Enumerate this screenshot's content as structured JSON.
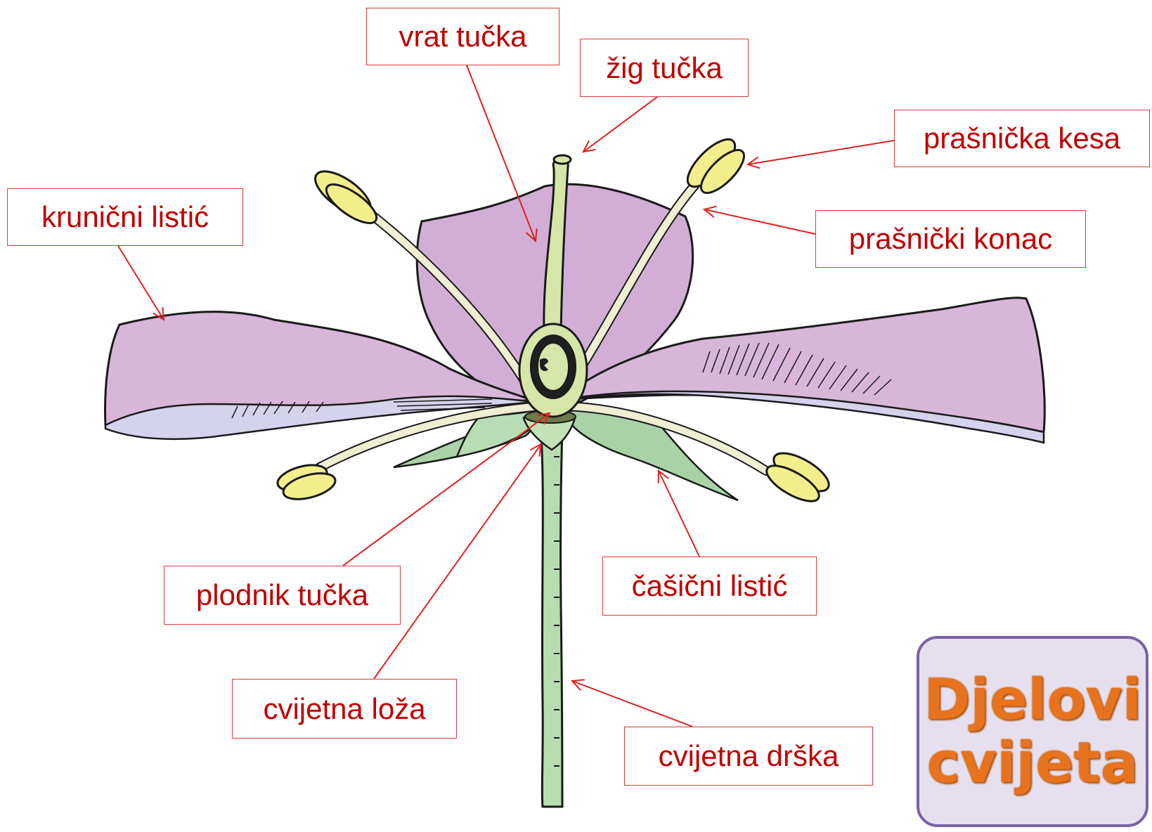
{
  "labels": {
    "vrat_tucka": "vrat tučka",
    "zig_tucka": "žig tučka",
    "prasnicka_kesa": "prašnička kesa",
    "krunicni_listic": "krunični listić",
    "prasnicki_konac": "prašnički konac",
    "plodnik_tucka": "plodnik tučka",
    "casicni_listic": "čašični listić",
    "cvijetna_loza": "cvijetna loža",
    "cvijetna_drska": "cvijetna drška"
  },
  "title": {
    "line1": "Djelovi",
    "line2": "cvijeta"
  },
  "colors": {
    "label_text": "#c00000",
    "label_border": "#e03a3a",
    "arrow": "#e02020",
    "petal": "#d2aed6",
    "petal_underside": "#d4d2ec",
    "sepal": "#a9d3a6",
    "pistil": "#d6e6a8",
    "anther": "#f3ee8c",
    "title_text": "#e8731f",
    "title_bg": "#e6e0ee",
    "title_border": "#7b61a8"
  }
}
